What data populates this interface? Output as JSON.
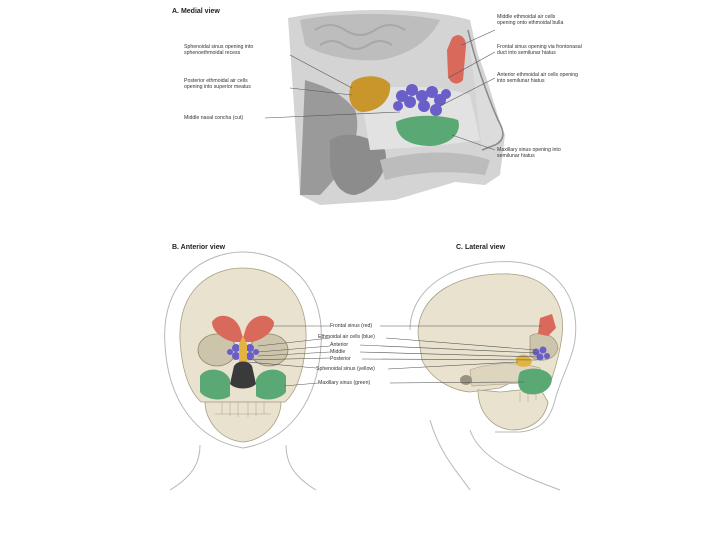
{
  "panels": {
    "medial": {
      "title": "A. Medial view",
      "labels": {
        "middle_ethmoidal": "Middle ethmoidal air cells opening onto ethmoidal bulla",
        "sphenoidal_sinus_opening": "Sphenoidal sinus opening into sphenoethmoidal recess",
        "frontal_sinus_opening": "Frontal sinus opening via frontonasal duct into semilunar hiatus",
        "posterior_ethmoidal": "Posterior ethmoidal air cells opening into superior meatus",
        "anterior_ethmoidal": "Anterior ethmoidal air cells opening into semilunar hiatus",
        "middle_nasal_concha": "Middle nasal concha (cut)",
        "maxillary_sinus_opening": "Maxillary sinus opening into semilunar hiatus"
      }
    },
    "anterior": {
      "title": "B. Anterior view"
    },
    "lateral": {
      "title": "C. Lateral view"
    },
    "legend": {
      "frontal": "Frontal sinus (red)",
      "ethmoidal": "Ethmoidal air cells (blue)",
      "anterior": "Anterior",
      "middle": "Middle",
      "posterior": "Posterior",
      "sphenoidal": "Sphenoidal sinus (yellow)",
      "maxillary": "Maxillary sinus (green)"
    }
  },
  "colors": {
    "frontal": "#d9695a",
    "ethmoidal": "#6a5ec8",
    "sphenoidal": "#c9962c",
    "maxillary": "#5aa874",
    "bone": "#e8e2cf",
    "tissue": "#c9c9c9"
  }
}
